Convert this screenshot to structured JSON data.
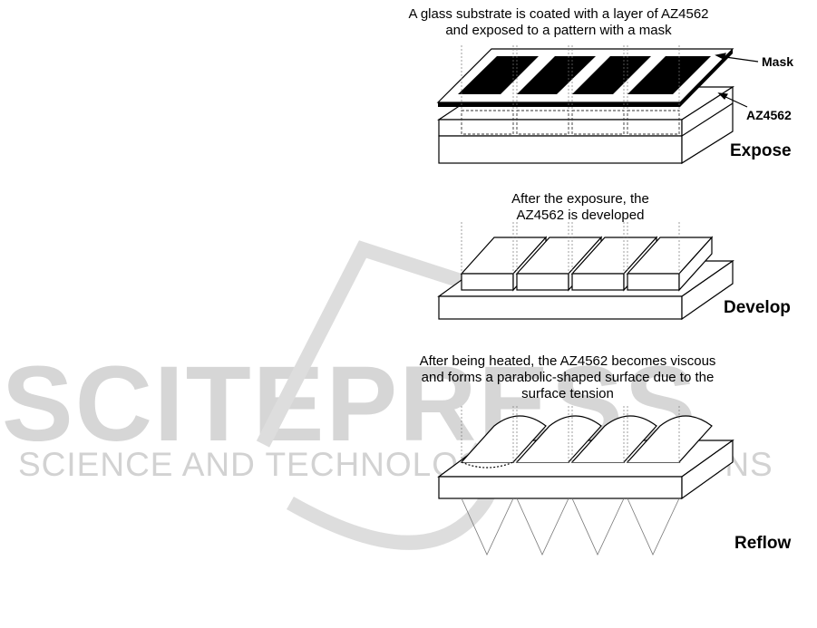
{
  "watermark": {
    "main": "SCITEPRESS",
    "sub": "SCIENCE AND TECHNOLOGY PUBLICATIONS"
  },
  "expose": {
    "caption_line1": "A glass substrate is coated with a layer of AZ4562",
    "caption_line2": "and exposed to a pattern with a mask",
    "mask_label": "Mask",
    "resist_label": "AZ4562",
    "step_label": "Expose"
  },
  "develop": {
    "caption_line1": "After the exposure, the",
    "caption_line2": "AZ4562 is developed",
    "step_label": "Develop"
  },
  "reflow": {
    "caption_line1": "After being heated, the AZ4562 becomes viscous",
    "caption_line2": "and forms a parabolic-shaped surface due to the",
    "caption_line3": "surface tension",
    "step_label": "Reflow"
  }
}
